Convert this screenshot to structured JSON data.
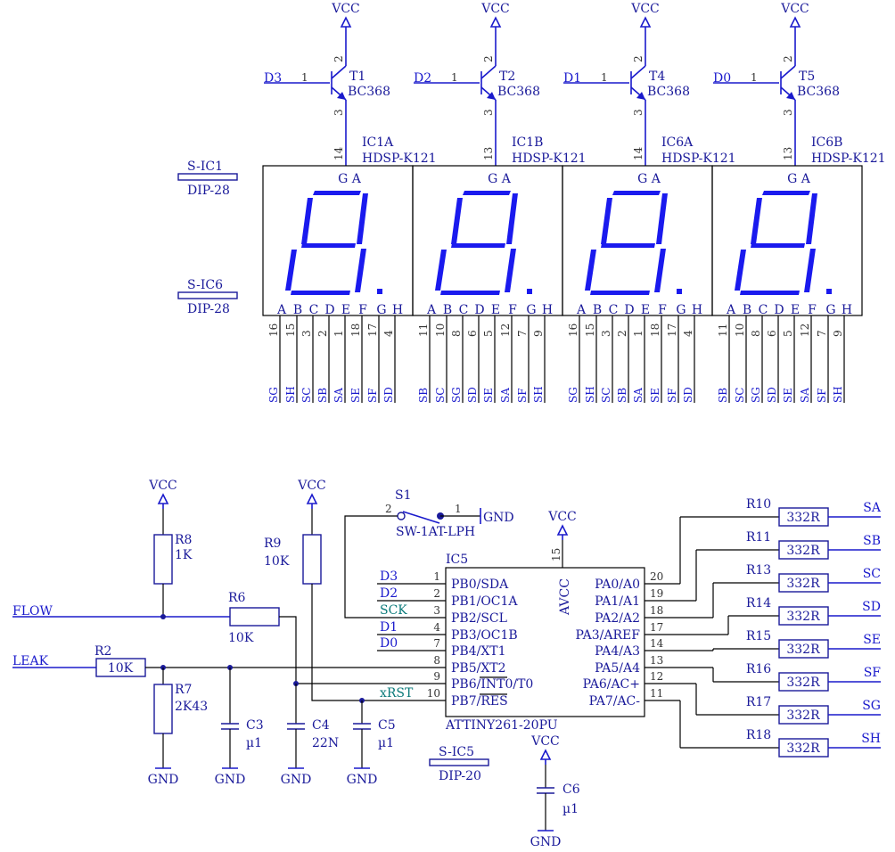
{
  "power": {
    "vcc": "VCC",
    "gnd": "GND"
  },
  "transistors": [
    {
      "ref": "T1",
      "part": "BC368",
      "net": "D3",
      "disp_ref": "IC1A",
      "disp_part": "HDSP-K121",
      "cpin": "14"
    },
    {
      "ref": "T2",
      "part": "BC368",
      "net": "D2",
      "disp_ref": "IC1B",
      "disp_part": "HDSP-K121",
      "cpin": "13"
    },
    {
      "ref": "T4",
      "part": "BC368",
      "net": "D1",
      "disp_ref": "IC6A",
      "disp_part": "HDSP-K121",
      "cpin": "14"
    },
    {
      "ref": "T5",
      "part": "BC368",
      "net": "D0",
      "disp_ref": "IC6B",
      "disp_part": "HDSP-K121",
      "cpin": "13"
    }
  ],
  "tpins": {
    "b": "1",
    "c": "2",
    "e": "3"
  },
  "sockets": [
    {
      "ref": "S-IC1",
      "pkg": "DIP-28"
    },
    {
      "ref": "S-IC6",
      "pkg": "DIP-28"
    },
    {
      "ref": "S-IC5",
      "pkg": "DIP-20"
    }
  ],
  "display": {
    "top_letters": "G A",
    "letters": [
      "A",
      "B",
      "C",
      "D",
      "E",
      "F",
      "G",
      "H"
    ],
    "pinsA": [
      "16",
      "15",
      "3",
      "2",
      "1",
      "18",
      "17",
      "4"
    ],
    "pinsB": [
      "11",
      "10",
      "8",
      "6",
      "5",
      "12",
      "7",
      "9"
    ],
    "netsA": [
      "SG",
      "SH",
      "SC",
      "SB",
      "SA",
      "SE",
      "SF",
      "SD"
    ],
    "netsB": [
      "SB",
      "SC",
      "SG",
      "SD",
      "SE",
      "SA",
      "SF",
      "SH"
    ]
  },
  "mcu": {
    "ref": "IC5",
    "part": "ATTINY261-20PU",
    "avcc": "AVCC",
    "avcc_pin": "15",
    "left_pins": [
      {
        "num": "1",
        "name": "PB0/SDA",
        "net": "D3"
      },
      {
        "num": "2",
        "name": "PB1/OC1A",
        "net": "D2"
      },
      {
        "num": "3",
        "name": "PB2/SCL",
        "net": "SCK"
      },
      {
        "num": "4",
        "name": "PB3/OC1B",
        "net": "D1"
      },
      {
        "num": "7",
        "name": "PB4/XT1",
        "net": "D0"
      },
      {
        "num": "8",
        "name": "PB5/XT2",
        "net": ""
      },
      {
        "num": "9",
        "name": "PB6/INT0/T0",
        "net": ""
      },
      {
        "num": "10",
        "name": "PB7/RES",
        "net": "xRST"
      }
    ],
    "right_pins": [
      {
        "num": "20",
        "name": "PA0/A0"
      },
      {
        "num": "19",
        "name": "PA1/A1"
      },
      {
        "num": "18",
        "name": "PA2/A2"
      },
      {
        "num": "17",
        "name": "PA3/AREF"
      },
      {
        "num": "14",
        "name": "PA4/A3"
      },
      {
        "num": "13",
        "name": "PA5/A4"
      },
      {
        "num": "12",
        "name": "PA6/AC+"
      },
      {
        "num": "11",
        "name": "PA7/AC-"
      }
    ]
  },
  "resistors_out": [
    {
      "ref": "R10",
      "value": "332R",
      "net": "SA"
    },
    {
      "ref": "R11",
      "value": "332R",
      "net": "SB"
    },
    {
      "ref": "R13",
      "value": "332R",
      "net": "SC"
    },
    {
      "ref": "R14",
      "value": "332R",
      "net": "SD"
    },
    {
      "ref": "R15",
      "value": "332R",
      "net": "SE"
    },
    {
      "ref": "R16",
      "value": "332R",
      "net": "SF"
    },
    {
      "ref": "R17",
      "value": "332R",
      "net": "SG"
    },
    {
      "ref": "R18",
      "value": "332R",
      "net": "SH"
    }
  ],
  "switch": {
    "ref": "S1",
    "part": "SW-1AT-LPH",
    "pin1": "1",
    "pin2": "2"
  },
  "inputs": {
    "flow": "FLOW",
    "leak": "LEAK"
  },
  "r8": {
    "ref": "R8",
    "value": "1K"
  },
  "r9": {
    "ref": "R9",
    "value": "10K"
  },
  "r6": {
    "ref": "R6",
    "value": "10K"
  },
  "r2": {
    "ref": "R2",
    "value": "10K"
  },
  "r7": {
    "ref": "R7",
    "value": "2K43"
  },
  "caps": [
    {
      "ref": "C3",
      "value": "µ1"
    },
    {
      "ref": "C4",
      "value": "22N"
    },
    {
      "ref": "C5",
      "value": "µ1"
    },
    {
      "ref": "C6",
      "value": "µ1"
    }
  ]
}
